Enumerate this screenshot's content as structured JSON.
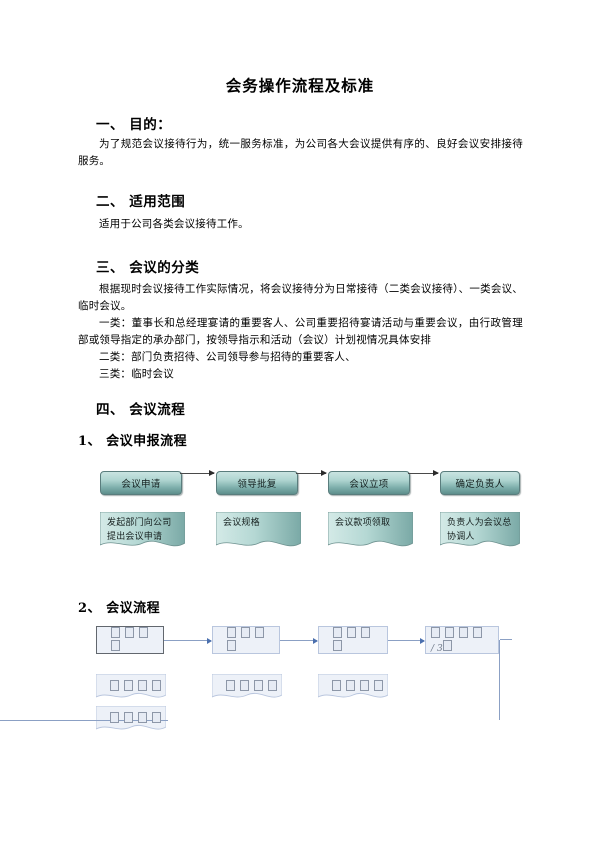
{
  "document": {
    "title": "会务操作流程及标准",
    "sections": [
      {
        "heading": "一、  目的：",
        "body": "为了规范会议接待行为，统一服务标准，为公司各大会议提供有序的、良好会议安排接待服务。"
      },
      {
        "heading": "二、  适用范围",
        "body": "适用于公司各类会议接待工作。"
      },
      {
        "heading": "三、  会议的分类",
        "body": "根据现时会议接待工作实际情况，将会议接待分为日常接待（二类会议接待）、一类会议、临时会议。",
        "items": [
          "一类：董事长和总经理宴请的重要客人、公司重要招待宴请活动与重要会议，由行政管理部或领导指定的承办部门，按领导指示和活动（会议）计划视情况具体安排",
          "二类：部门负责招待、公司领导参与招待的重要客人、",
          "三类：临时会议"
        ]
      },
      {
        "heading": "四、  会议流程"
      }
    ],
    "subsections": [
      {
        "heading": "1、    会议申报流程"
      },
      {
        "heading": "2、    会议流程"
      }
    ]
  },
  "flowchart_1": {
    "name": "会议申报流程",
    "steps": [
      {
        "label": "会议申请",
        "detail": "发起部门向公司提出会议申请"
      },
      {
        "label": "领导批复",
        "detail": "会议规格"
      },
      {
        "label": "会议立项",
        "detail": "会议款项领取"
      },
      {
        "label": "确定负责人",
        "detail": "负责人为会议总协调人"
      }
    ],
    "colors": {
      "box_light": "#c9e4e1",
      "box_dark": "#5e8e8c",
      "border": "#5a7d7d",
      "arrow": "#2b2b2b"
    }
  },
  "flowchart_2": {
    "name": "会议流程",
    "note": "文字为未显示字形（方框占位符）",
    "row1": [
      {
        "glyphs": "□□□□",
        "emphasis": true
      },
      {
        "glyphs": "□□□□",
        "emphasis": false
      },
      {
        "glyphs": "□□□□",
        "emphasis": false
      },
      {
        "glyphs": "□□□□/3□",
        "emphasis": false
      }
    ],
    "row2": [
      {
        "glyphs": "□□□□"
      },
      {
        "glyphs": "□□□□"
      },
      {
        "glyphs": "□□□□"
      }
    ],
    "row3": [
      {
        "glyphs": "□□□□"
      }
    ],
    "colors": {
      "box_fill": "#edf1f8",
      "box_border": "#b9c6de",
      "arrow": "#4a6fae",
      "text": "#6b7687"
    }
  }
}
